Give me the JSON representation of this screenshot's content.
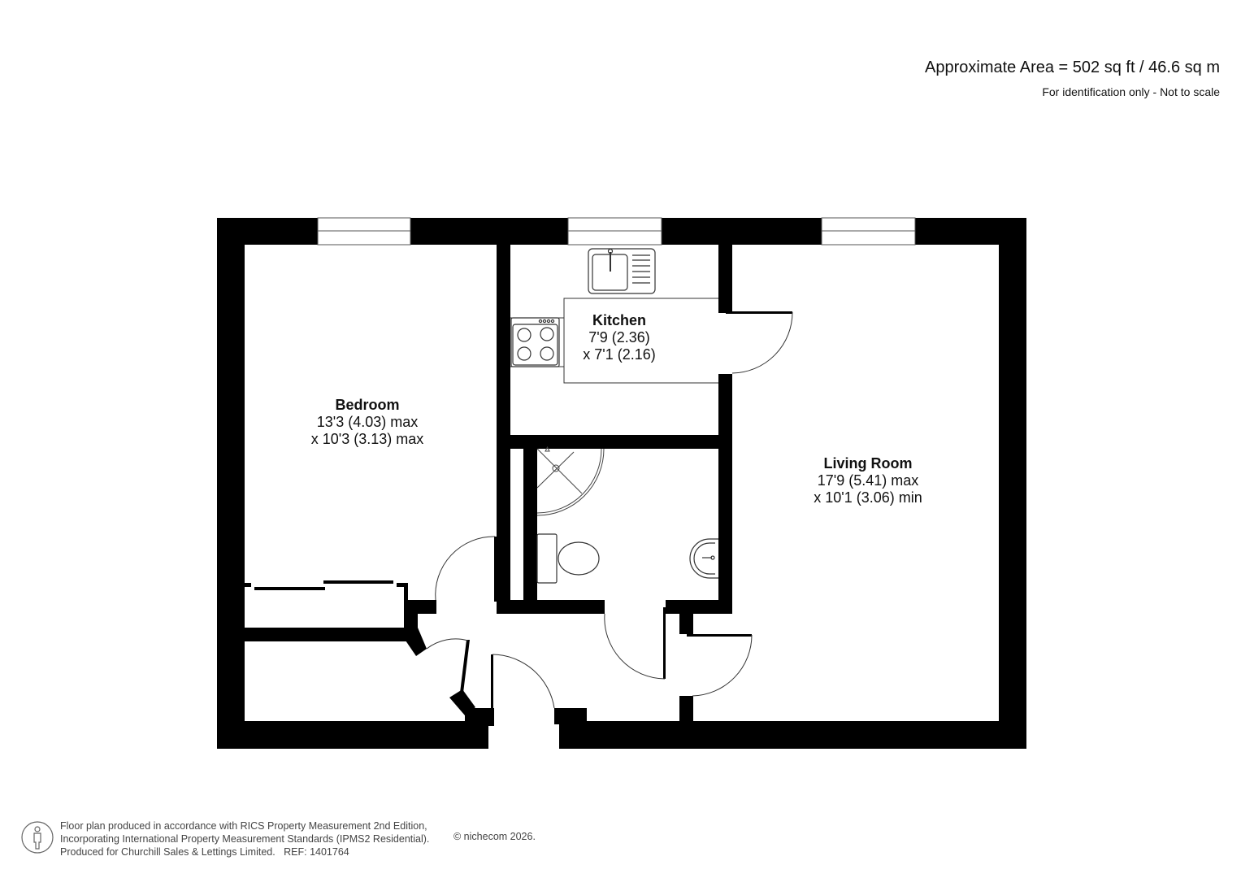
{
  "header": {
    "area": "Approximate Area = 502 sq ft / 46.6 sq m",
    "disclaimer": "For identification only - Not to scale"
  },
  "rooms": [
    {
      "name": "Bedroom",
      "dim1": "13'3 (4.03) max",
      "dim2": "x 10'3 (3.13) max"
    },
    {
      "name": "Kitchen",
      "dim1": "7'9 (2.36)",
      "dim2": "x 7'1 (2.16)"
    },
    {
      "name": "Living Room",
      "dim1": "17'9 (5.41) max",
      "dim2": "x 10'1 (3.06) min"
    }
  ],
  "fixtures": [
    "sink-icon",
    "hob-icon",
    "shower-icon",
    "toilet-icon",
    "basin-icon",
    "wardrobe-icon"
  ],
  "footer": {
    "line1": "Floor plan produced in accordance with RICS Property Measurement 2nd Edition,",
    "line2": "Incorporating International Property Measurement Standards (IPMS2 Residential).",
    "line3": "Produced for Churchill Sales & Lettings Limited.   REF: 1401764",
    "copyright": "© nichecom 2026."
  },
  "colors": {
    "wall": "#000000",
    "background": "#ffffff",
    "text": "#111111",
    "footer_text": "#444444"
  }
}
